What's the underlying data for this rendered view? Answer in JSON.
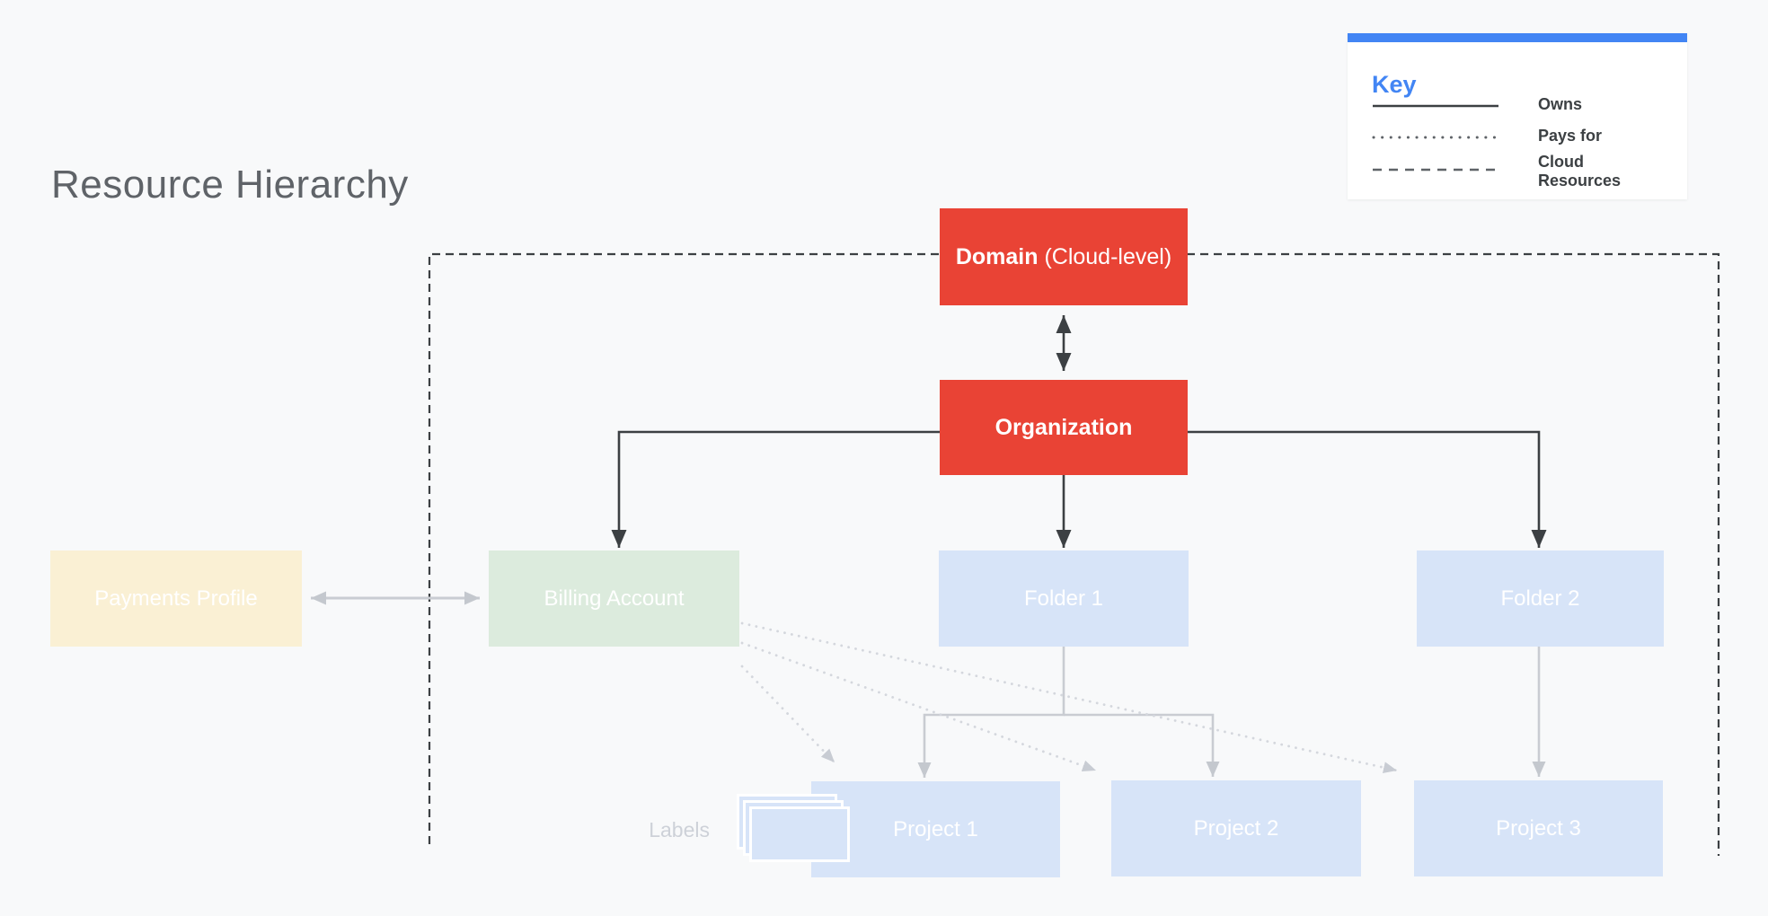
{
  "title": "Resource Hierarchy",
  "legend": {
    "heading": "Key",
    "items": [
      {
        "line_style": "solid",
        "label": "Owns"
      },
      {
        "line_style": "dotted",
        "label": "Pays for"
      },
      {
        "line_style": "dashed",
        "label": "Cloud Resources"
      }
    ]
  },
  "nodes": {
    "domain": {
      "name": "Domain",
      "qualifier": " (Cloud-level)"
    },
    "organization": {
      "label": "Organization"
    },
    "payments_profile": {
      "label": "Payments Profile"
    },
    "billing_account": {
      "label": "Billing Account"
    },
    "folder_1": {
      "label": "Folder 1"
    },
    "folder_2": {
      "label": "Folder 2"
    },
    "project_1": {
      "label": "Project 1"
    },
    "project_2": {
      "label": "Project 2"
    },
    "project_3": {
      "label": "Project 3"
    }
  },
  "annotations": {
    "labels_caption": "Labels"
  },
  "edges": [
    {
      "from": "Domain",
      "to": "Organization",
      "type": "bidirectional"
    },
    {
      "from": "Organization",
      "to": "Billing Account",
      "type": "owns"
    },
    {
      "from": "Organization",
      "to": "Folder 1",
      "type": "owns"
    },
    {
      "from": "Organization",
      "to": "Folder 2",
      "type": "owns"
    },
    {
      "from": "Payments Profile",
      "to": "Billing Account",
      "type": "bidirectional"
    },
    {
      "from": "Folder 1",
      "to": "Project 1",
      "type": "owns"
    },
    {
      "from": "Folder 1",
      "to": "Project 2",
      "type": "owns"
    },
    {
      "from": "Folder 2",
      "to": "Project 3",
      "type": "owns"
    },
    {
      "from": "Billing Account",
      "to": "Project 1",
      "type": "pays_for"
    },
    {
      "from": "Billing Account",
      "to": "Project 2",
      "type": "pays_for"
    },
    {
      "from": "Billing Account",
      "to": "Project 3",
      "type": "pays_for"
    }
  ],
  "colors": {
    "background": "#F8F9FA",
    "org_red": "#E94335",
    "folder_blue": "#D7E4F8",
    "billing_green": "#DCEBDD",
    "payments_cream": "#FAF0D4",
    "legend_blue": "#4285F4",
    "dark_line": "#3C4043",
    "gray_line": "#C9CCD2",
    "dotted_line": "#D4D7DD",
    "title_gray": "#5F6368"
  }
}
